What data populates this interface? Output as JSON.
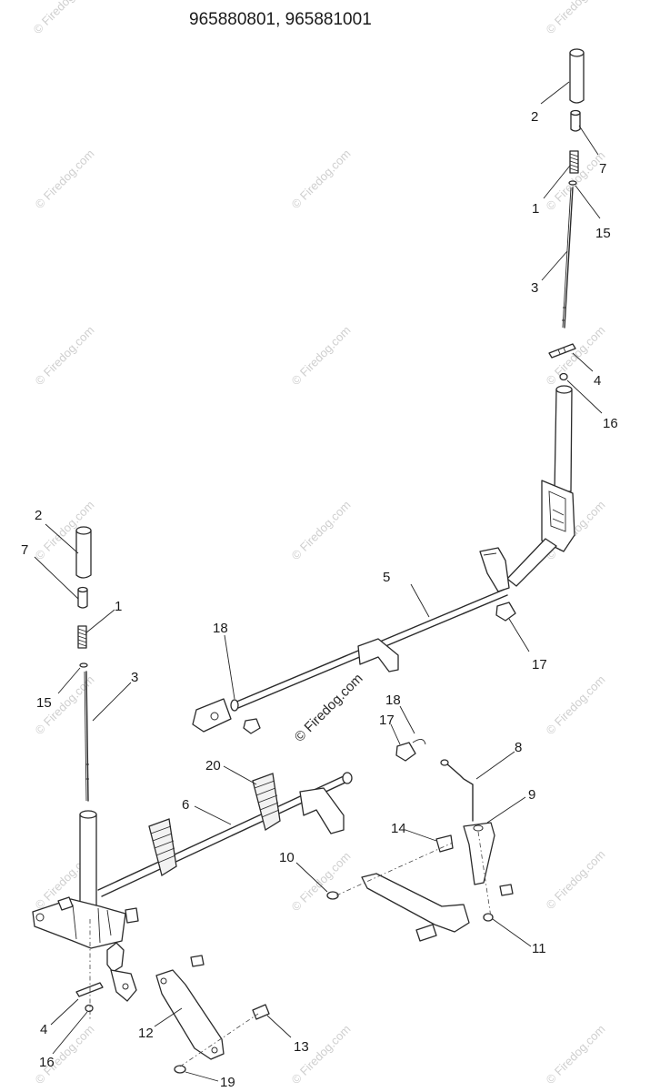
{
  "title": "965880801, 965881001",
  "watermark": "© Firedog.com",
  "center_watermark": "© Firedog.com",
  "callouts": {
    "r2": "2",
    "r7": "7",
    "r1": "1",
    "r15": "15",
    "r3": "3",
    "r4": "4",
    "r16": "16",
    "r5": "5",
    "r17": "17",
    "l2": "2",
    "l7": "7",
    "l1": "1",
    "l15": "15",
    "l3": "3",
    "l18": "18",
    "l17b": "17",
    "l18b": "18",
    "l20": "20",
    "l6": "6",
    "l8": "8",
    "l9": "9",
    "l14": "14",
    "l10": "10",
    "l11": "11",
    "l4": "4",
    "l16": "16",
    "l12": "12",
    "l13": "13",
    "l19": "19"
  }
}
